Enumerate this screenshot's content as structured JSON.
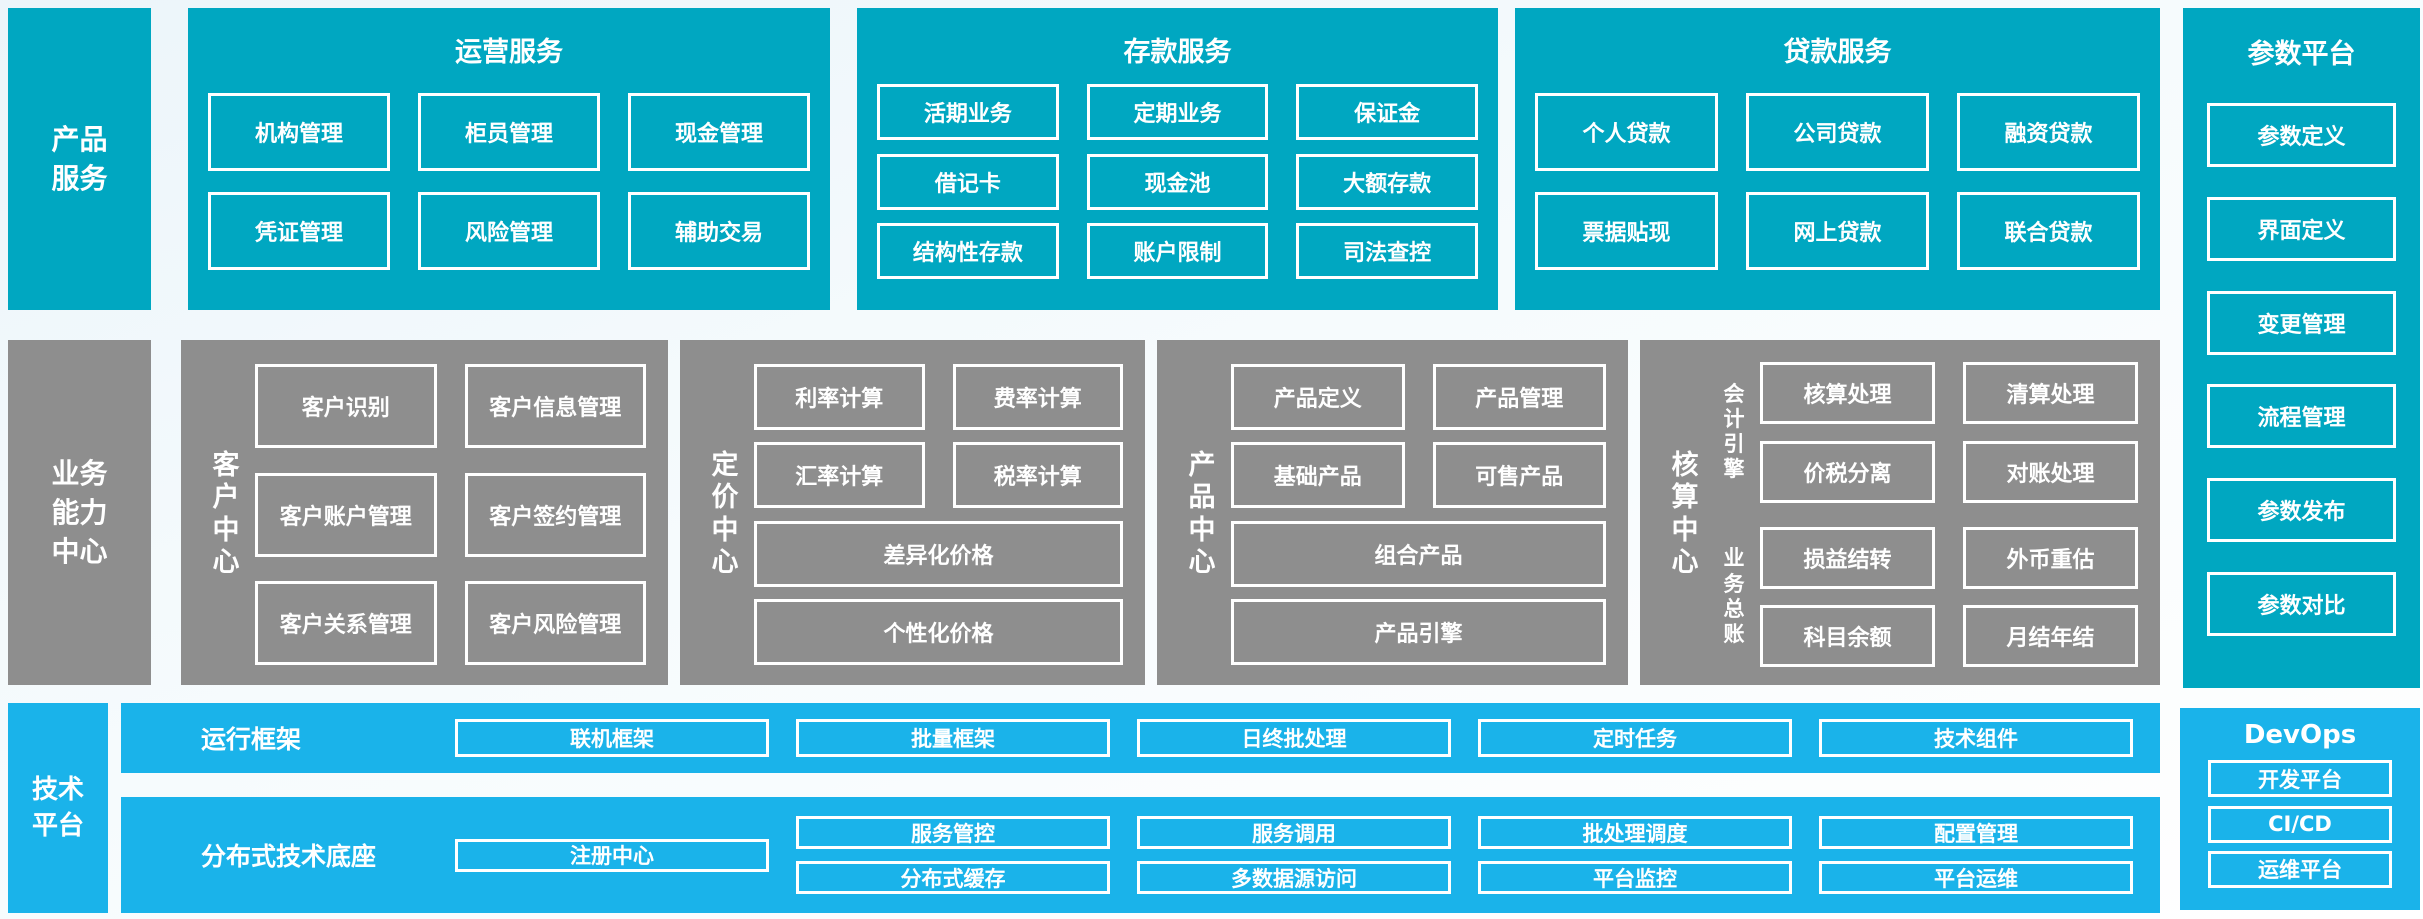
{
  "colors": {
    "teal": "#00a7c1",
    "gray": "#8e8e8e",
    "blue": "#1ab3ea",
    "box_border": "#ffffff",
    "text": "#ffffff"
  },
  "sidebar": {
    "product": {
      "label": "产品\n服务"
    },
    "capability": {
      "label": "业务\n能力\n中心"
    },
    "tech": {
      "label": "技术\n平台"
    }
  },
  "top_panels": [
    {
      "title": "运营服务",
      "rows": [
        [
          "机构管理",
          "柜员管理",
          "现金管理"
        ],
        [
          "凭证管理",
          "风险管理",
          "辅助交易"
        ]
      ]
    },
    {
      "title": "存款服务",
      "rows": [
        [
          "活期业务",
          "定期业务",
          "保证金"
        ],
        [
          "借记卡",
          "现金池",
          "大额存款"
        ],
        [
          "结构性存款",
          "账户限制",
          "司法查控"
        ]
      ]
    },
    {
      "title": "贷款服务",
      "rows": [
        [
          "个人贷款",
          "公司贷款",
          "融资贷款"
        ],
        [
          "票据贴现",
          "网上贷款",
          "联合贷款"
        ]
      ]
    }
  ],
  "param_platform": {
    "title": "参数平台",
    "items": [
      "参数定义",
      "界面定义",
      "变更管理",
      "流程管理",
      "参数发布",
      "参数对比"
    ]
  },
  "capability_centers": [
    {
      "label": "客\n户\n中\n心",
      "rows": [
        [
          "客户识别",
          "客户信息管理"
        ],
        [
          "客户账户管理",
          "客户签约管理"
        ],
        [
          "客户关系管理",
          "客户风险管理"
        ]
      ]
    },
    {
      "label": "定\n价\n中\n心",
      "rows": [
        [
          "利率计算",
          "费率计算"
        ],
        [
          "汇率计算",
          "税率计算"
        ],
        [
          "差异化价格"
        ],
        [
          "个性化价格"
        ]
      ]
    },
    {
      "label": "产\n品\n中\n心",
      "rows": [
        [
          "产品定义",
          "产品管理"
        ],
        [
          "基础产品",
          "可售产品"
        ],
        [
          "组合产品"
        ],
        [
          "产品引擎"
        ]
      ]
    },
    {
      "label": "核\n算\n中\n心",
      "groups": [
        {
          "label": "会\n计\n引\n擎",
          "rows": [
            [
              "核算处理",
              "清算处理"
            ],
            [
              "价税分离",
              "对账处理"
            ]
          ]
        },
        {
          "label": "业\n务\n总\n账",
          "rows": [
            [
              "损益结转",
              "外币重估"
            ],
            [
              "科目余额",
              "月结年结"
            ]
          ]
        }
      ]
    }
  ],
  "tech_platform": {
    "runtime_framework": {
      "label": "运行框架",
      "items": [
        "联机框架",
        "批量框架",
        "日终批处理",
        "定时任务",
        "技术组件"
      ]
    },
    "distributed_base": {
      "label": "分布式技术底座",
      "registry": "注册中心",
      "rows": [
        [
          "服务管控",
          "服务调用",
          "批处理调度",
          "配置管理"
        ],
        [
          "分布式缓存",
          "多数据源访问",
          "平台监控",
          "平台运维"
        ]
      ]
    },
    "devops": {
      "title": "DevOps",
      "items": [
        "开发平台",
        "CI/CD",
        "运维平台"
      ]
    }
  }
}
